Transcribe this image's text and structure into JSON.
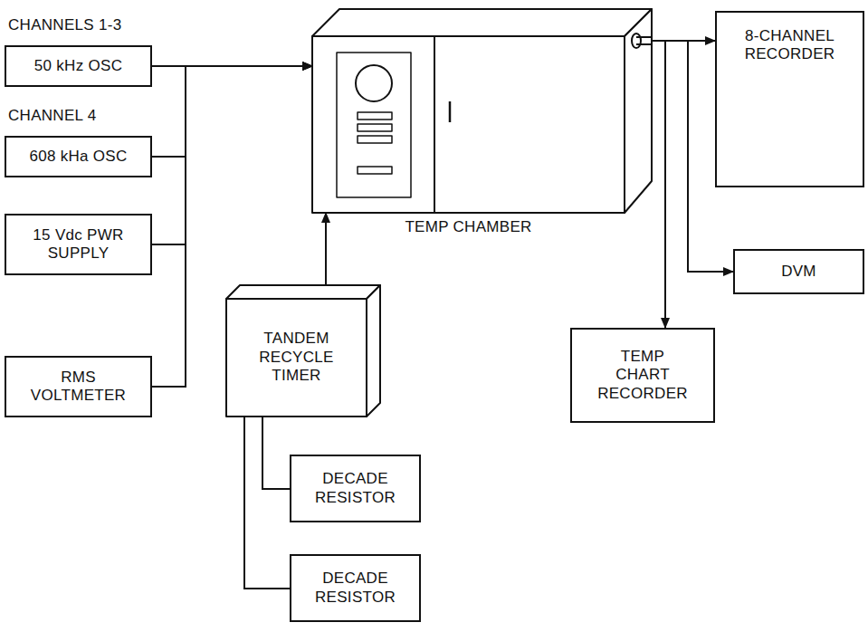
{
  "diagram": {
    "nodes": [
      {
        "text": [
          "CHANNELS 1-3",
          "50 kHz OSC"
        ]
      },
      {
        "text": [
          "CHANNEL 4",
          "608 kHa OSC"
        ]
      },
      {
        "text": [
          "15 Vdc PWR SUPPLY"
        ]
      },
      {
        "text": [
          "RMS VOLTMETER"
        ]
      },
      {
        "text": [
          "TEMP CHAMBER"
        ]
      },
      {
        "text": [
          "8-CHANNEL RECORDER"
        ]
      },
      {
        "text": [
          "DVM"
        ]
      },
      {
        "text": [
          "TANDEM RECYCLE TIMER"
        ]
      },
      {
        "text": [
          "TEMP CHART RECORDER"
        ]
      },
      {
        "text": [
          "DECADE RESISTOR"
        ]
      },
      {
        "text": [
          "DECADE RESISTOR"
        ]
      }
    ],
    "edges": [
      {
        "from": 0,
        "to": 4,
        "arrow": "to"
      },
      {
        "from": 1,
        "to": 4,
        "arrow": "to"
      },
      {
        "from": 2,
        "to": 4,
        "arrow": "to"
      },
      {
        "from": 3,
        "to": 4,
        "arrow": "to"
      },
      {
        "from": 7,
        "to": 4,
        "arrow": "to"
      },
      {
        "from": 4,
        "to": 5,
        "arrow": "to"
      },
      {
        "from": 4,
        "to": 6,
        "arrow": "to"
      },
      {
        "from": 4,
        "to": 8,
        "arrow": "to"
      },
      {
        "from": 9,
        "to": 7,
        "arrow": "none"
      },
      {
        "from": 10,
        "to": 7,
        "arrow": "none"
      }
    ]
  }
}
